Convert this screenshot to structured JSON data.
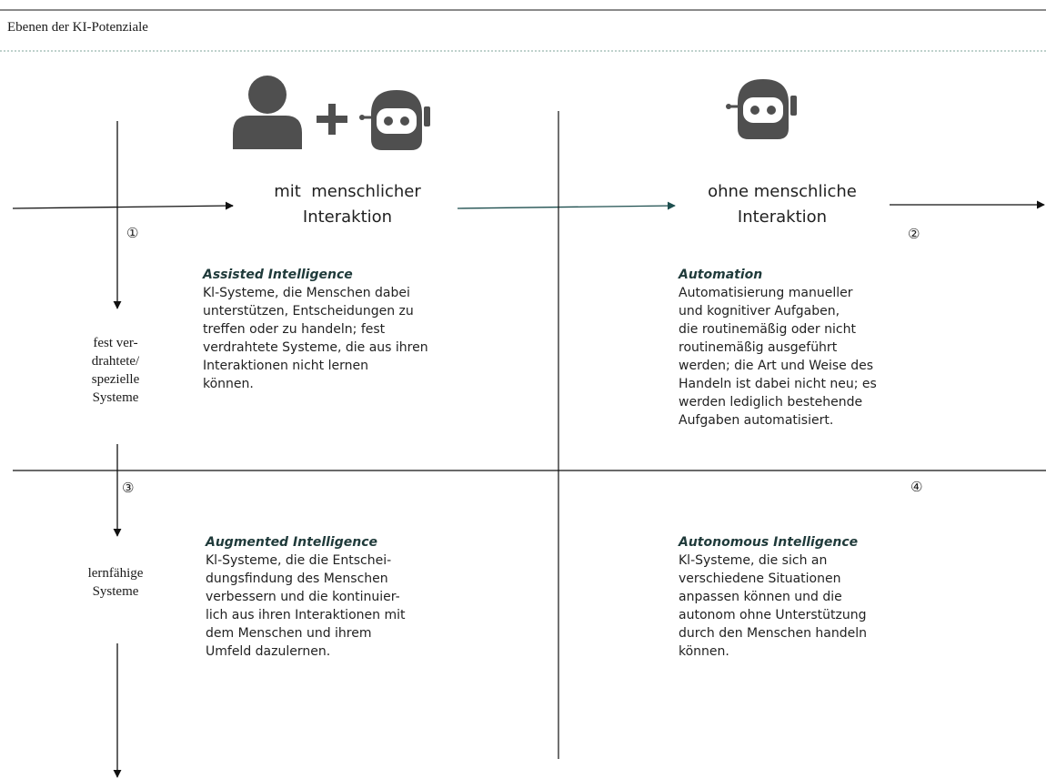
{
  "header": {
    "title": "Ebenen der KI-Potenziale"
  },
  "columns": {
    "left": {
      "icons": [
        "person-icon",
        "plus-icon",
        "robot-icon"
      ],
      "label_line1": "mit  menschlicher",
      "label_line2": "Interaktion"
    },
    "right": {
      "icons": [
        "robot-icon"
      ],
      "label_line1": "ohne menschliche",
      "label_line2": "Interaktion"
    }
  },
  "rows": {
    "top": {
      "label_lines": [
        "fest ver-",
        "drahtete/",
        "spezielle",
        "Systeme"
      ]
    },
    "bottom": {
      "label_lines": [
        "lernfähige",
        "Systeme"
      ]
    }
  },
  "quadrants": [
    {
      "number": "①",
      "title": "Assisted Intelligence",
      "lines": [
        "Kl-Systeme, die Menschen dabei",
        "unterstützen, Entscheidungen zu",
        "treffen oder zu handeln; fest",
        "verdrahtete Systeme, die aus ihren",
        "Interaktionen nicht lernen",
        "können."
      ]
    },
    {
      "number": "②",
      "title": "Automation",
      "lines": [
        "Automatisierung manueller",
        "und kognitiver Aufgaben,",
        "die routinemäßig oder nicht",
        "routinemäßig ausgeführt",
        "werden; die Art und Weise des",
        "Handeln ist dabei nicht neu; es",
        "werden lediglich bestehende",
        "Aufgaben automatisiert."
      ]
    },
    {
      "number": "③",
      "title": "Augmented Intelligence",
      "lines": [
        "Kl-Systeme, die die Entschei-",
        "dungsfindung des Menschen",
        "verbessern und die kontinuier-",
        "lich aus ihren Interaktionen mit",
        "dem Menschen und ihrem",
        "Umfeld dazulernen."
      ]
    },
    {
      "number": "④",
      "title": "Autonomous Intelligence",
      "lines": [
        "Kl-Systeme, die sich an",
        "verschiedene Situationen",
        "anpassen können und die",
        "autonom ohne Unterstützung",
        "durch den Menschen handeln",
        "können."
      ]
    }
  ],
  "colors": {
    "icon": "#4f4f4f",
    "line": "#111111",
    "teal_arrow": "#1e4f4f",
    "dotted": "#7fa39a"
  }
}
